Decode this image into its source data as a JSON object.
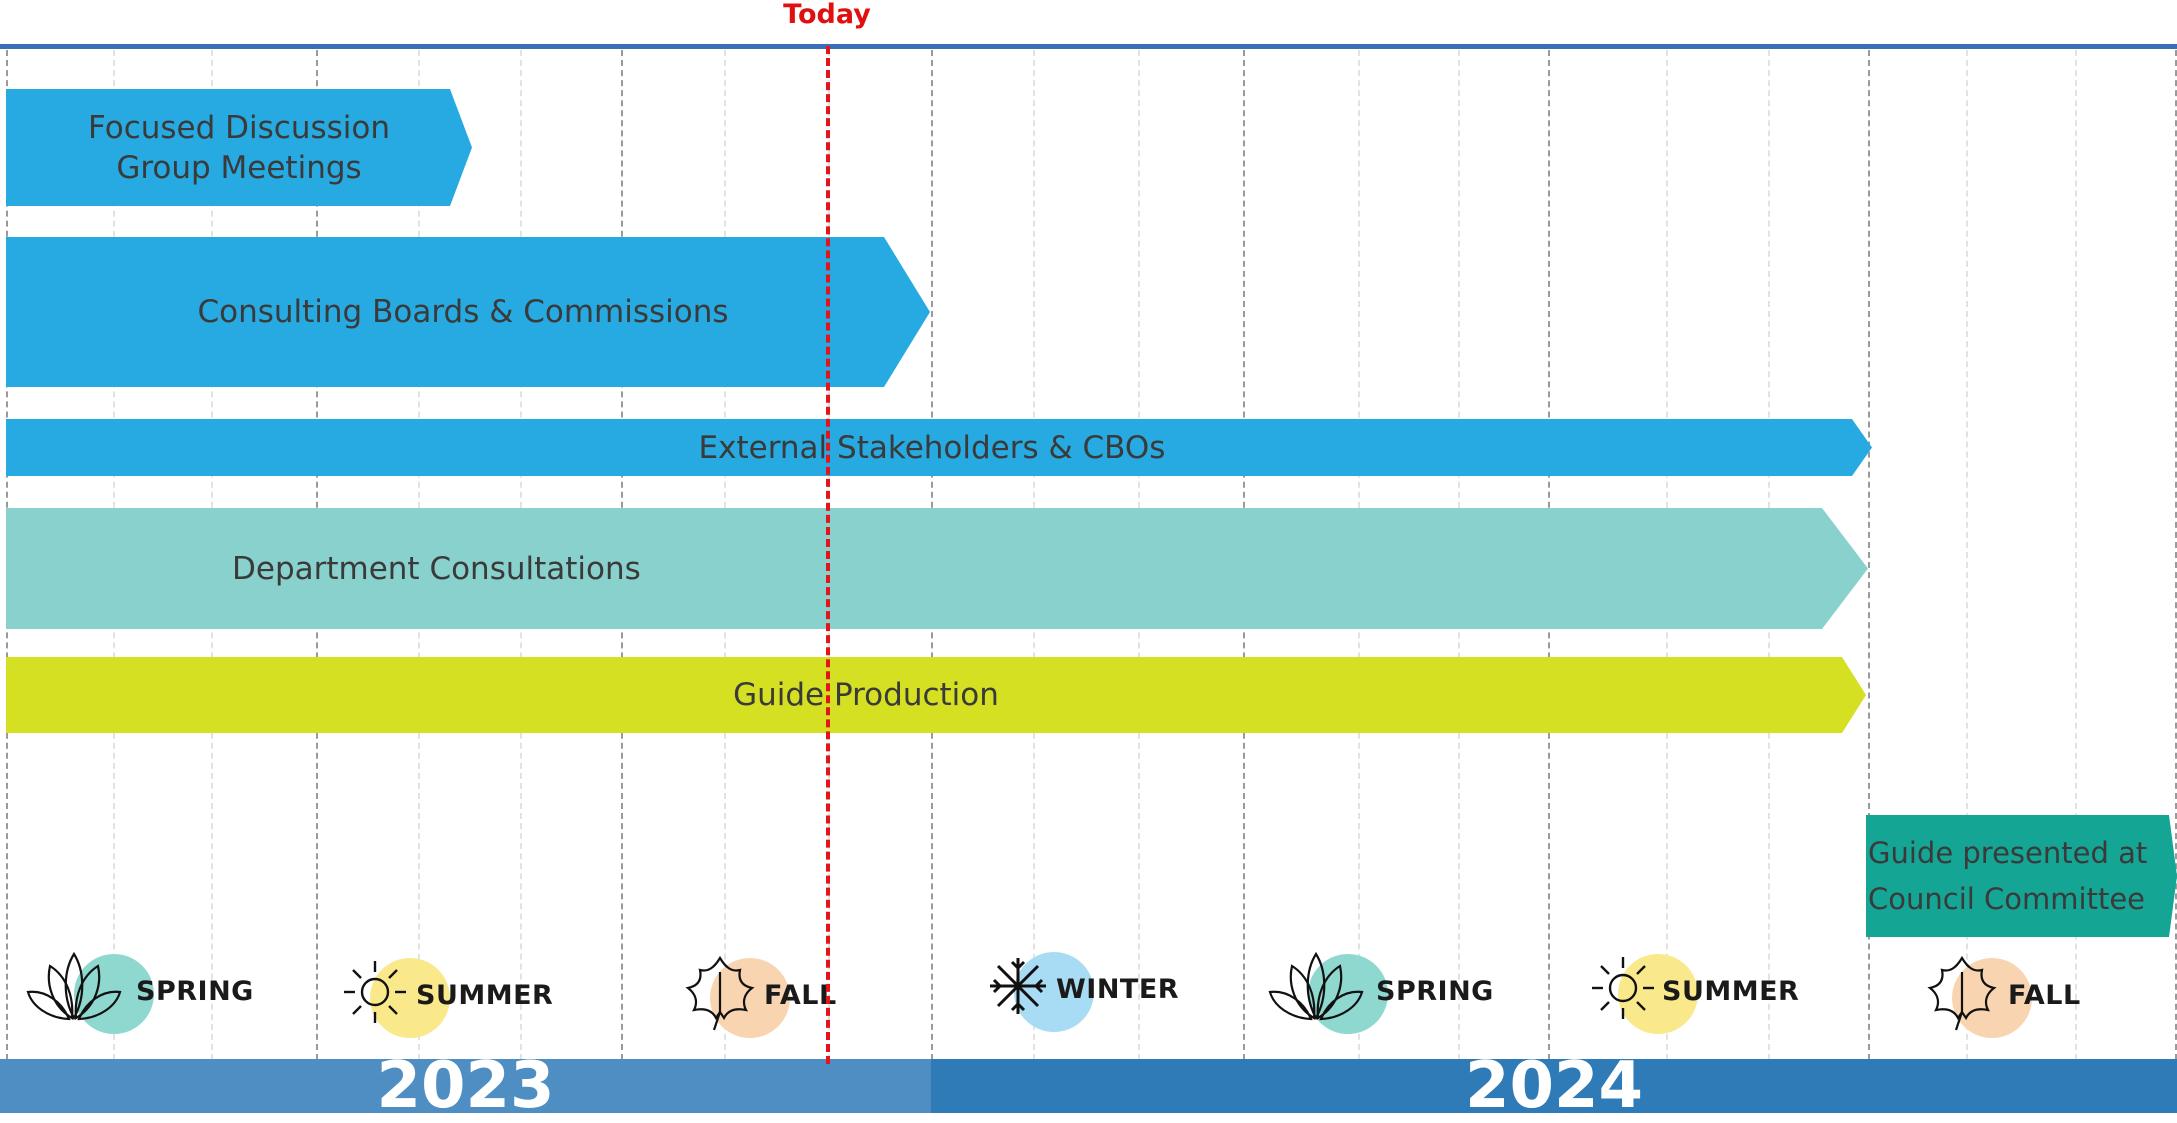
{
  "today_label": "Today",
  "bars": [
    {
      "id": "focused",
      "lines": [
        "Focused Discussion",
        "Group Meetings"
      ],
      "color": "#27aae1"
    },
    {
      "id": "boards",
      "lines": [
        "Consulting Boards & Commissions"
      ],
      "color": "#27aae1"
    },
    {
      "id": "external",
      "lines": [
        "External Stakeholders & CBOs"
      ],
      "color": "#27aae1"
    },
    {
      "id": "department",
      "lines": [
        "Department Consultations"
      ],
      "color": "#89d1cd"
    },
    {
      "id": "production",
      "lines": [
        "Guide Production"
      ],
      "color": "#d4e021"
    },
    {
      "id": "council",
      "lines": [
        "Guide presented at",
        "Council Committee"
      ],
      "color": "#14a594"
    }
  ],
  "seasons": [
    {
      "label": "SPRING",
      "icon": "lotus-icon",
      "color": "#8ed8cf"
    },
    {
      "label": "SUMMER",
      "icon": "sun-icon",
      "color": "#f9e98a"
    },
    {
      "label": "FALL",
      "icon": "leaf-icon",
      "color": "#f8d5b0"
    },
    {
      "label": "WINTER",
      "icon": "snowflake-icon",
      "color": "#a8dcf4"
    },
    {
      "label": "SPRING",
      "icon": "lotus-icon",
      "color": "#8ed8cf"
    },
    {
      "label": "SUMMER",
      "icon": "sun-icon",
      "color": "#f9e98a"
    },
    {
      "label": "FALL",
      "icon": "leaf-icon",
      "color": "#f8d5b0"
    }
  ],
  "years": [
    {
      "label": "2023",
      "color": "#4f8ec2"
    },
    {
      "label": "2024",
      "color": "#2f7bb8"
    }
  ],
  "colors": {
    "today": "#e3151a",
    "rule": "#3b6eb4"
  }
}
